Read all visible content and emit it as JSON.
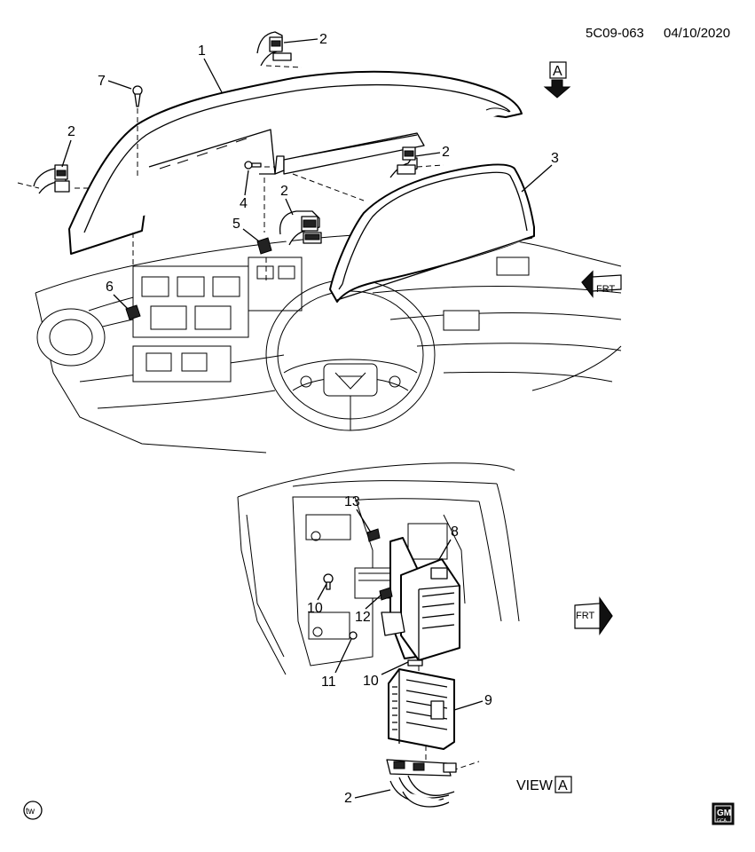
{
  "header": {
    "diagram_id": "5C09-063",
    "date": "04/10/2020"
  },
  "view": {
    "top_marker": "A",
    "bottom_label": "VIEW",
    "bottom_marker": "A"
  },
  "direction_labels": {
    "front_upper": "FRT",
    "front_lower": "FRT"
  },
  "callouts": {
    "c1": "1",
    "c2a": "2",
    "c2b": "2",
    "c2c": "2",
    "c2d": "2",
    "c2e": "2",
    "c3": "3",
    "c4": "4",
    "c5": "5",
    "c6": "6",
    "c7": "7",
    "c8": "8",
    "c9": "9",
    "c10a": "10",
    "c10b": "10",
    "c11": "11",
    "c12": "12",
    "c13": "13"
  },
  "badges": {
    "tw": "tw",
    "gm": "GM",
    "gm_sub": "GCA"
  },
  "icons": {
    "view_arrow": "down-arrow-icon",
    "front_upper": "front-direction-arrow-icon",
    "front_lower": "front-direction-arrow-icon",
    "gm_logo": "gm-logo-icon",
    "tw_badge": "tw-badge-icon"
  }
}
